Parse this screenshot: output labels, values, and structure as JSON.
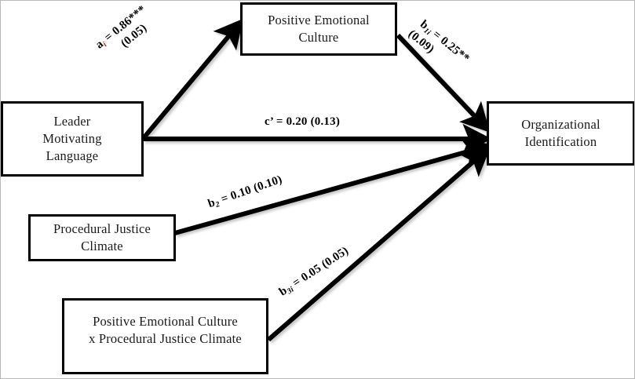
{
  "figure": {
    "type": "path-diagram",
    "title": "Moderated mediation path model",
    "background_color": "#ffffff",
    "line_color": "#000000",
    "box_border_color": "#000000",
    "accent_color": "#c01a14"
  },
  "nodes": [
    {
      "id": "leader-motivating-language",
      "name": "leader-motivating-language-box",
      "lines": [
        "Leader",
        "Motivating",
        "Language"
      ]
    },
    {
      "id": "positive-emotional-culture",
      "name": "positive-emotional-culture-box",
      "lines": [
        "Positive Emotional",
        "Culture"
      ]
    },
    {
      "id": "organizational-identification",
      "name": "organizational-identification-box",
      "lines": [
        "Organizational",
        "Identification"
      ]
    },
    {
      "id": "procedural-justice-climate",
      "name": "procedural-justice-climate-box",
      "lines": [
        "Procedural Justice",
        "Climate"
      ]
    },
    {
      "id": "interaction-term",
      "name": "interaction-term-box",
      "lines": [
        "Positive Emotional Culture",
        "x Procedural Justice Climate"
      ]
    }
  ],
  "edges": [
    {
      "id": "a-path",
      "from": "leader-motivating-language",
      "to": "positive-emotional-culture",
      "coefficient_symbol": "a",
      "subscript": "i",
      "equals": "=",
      "estimate": "0.86",
      "significance": "***",
      "standard_error": "(0.05)",
      "line1": "a",
      "line2": "(0.05)",
      "full_text": "a i = 0.86*** (0.05)"
    },
    {
      "id": "b1-path",
      "from": "positive-emotional-culture",
      "to": "organizational-identification",
      "coefficient_symbol": "b",
      "subscript": "1i",
      "equals": "=",
      "estimate": "0.25",
      "significance": "**",
      "standard_error": "(0.09)",
      "line1": "b",
      "line2": "(0.09)",
      "full_text": "b 1i = 0.25** (0.09)"
    },
    {
      "id": "c-prime-path",
      "from": "leader-motivating-language",
      "to": "organizational-identification",
      "coefficient_symbol": "c’",
      "subscript": "",
      "equals": "=",
      "estimate": "0.20",
      "significance": "",
      "standard_error": "(0.13)",
      "full_text": "c’ = 0.20 (0.13)"
    },
    {
      "id": "b2-path",
      "from": "procedural-justice-climate",
      "to": "organizational-identification",
      "coefficient_symbol": "b",
      "subscript": "2",
      "equals": "=",
      "estimate": "0.10",
      "significance": "",
      "standard_error": "(0.10)",
      "full_text": "b 2 = 0.10 (0.10)"
    },
    {
      "id": "b3-path",
      "from": "interaction-term",
      "to": "organizational-identification",
      "coefficient_symbol": "b",
      "subscript": "3i",
      "equals": "=",
      "estimate": "0.05",
      "significance": "",
      "standard_error": "(0.05)",
      "full_text": "b 3i = 0.05 (0.05)"
    }
  ]
}
